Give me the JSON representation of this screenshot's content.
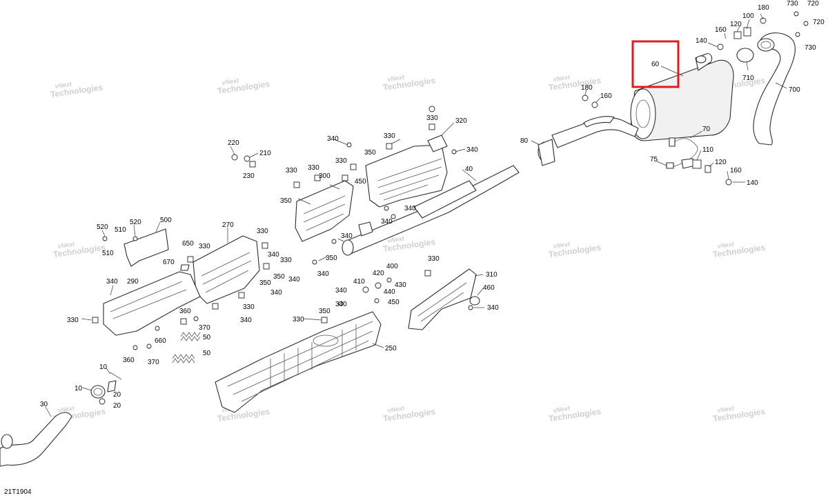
{
  "diagram": {
    "code": "21T1904",
    "highlighted_part": "60",
    "watermark": [
      "vNext",
      "Technologies"
    ],
    "callouts": [
      {
        "id": "c180a",
        "text": "180"
      },
      {
        "id": "c730a",
        "text": "730"
      },
      {
        "id": "c720a",
        "text": "720"
      },
      {
        "id": "c720b",
        "text": "720"
      },
      {
        "id": "c730b",
        "text": "730"
      },
      {
        "id": "c100",
        "text": "100"
      },
      {
        "id": "c160a",
        "text": "160"
      },
      {
        "id": "c120a",
        "text": "120"
      },
      {
        "id": "c140a",
        "text": "140"
      },
      {
        "id": "c60",
        "text": "60"
      },
      {
        "id": "c710",
        "text": "710"
      },
      {
        "id": "c700",
        "text": "700"
      },
      {
        "id": "c180b",
        "text": "180"
      },
      {
        "id": "c160b",
        "text": "160"
      },
      {
        "id": "c80",
        "text": "80"
      },
      {
        "id": "c70",
        "text": "70"
      },
      {
        "id": "c110",
        "text": "110"
      },
      {
        "id": "c120b",
        "text": "120"
      },
      {
        "id": "c160c",
        "text": "160"
      },
      {
        "id": "c140b",
        "text": "140"
      },
      {
        "id": "c75",
        "text": "75"
      },
      {
        "id": "c40",
        "text": "40"
      },
      {
        "id": "c320",
        "text": "320"
      },
      {
        "id": "c330a",
        "text": "330"
      },
      {
        "id": "c340a",
        "text": "340"
      },
      {
        "id": "c340b",
        "text": "340"
      },
      {
        "id": "c330b",
        "text": "330"
      },
      {
        "id": "c350a",
        "text": "350"
      },
      {
        "id": "c330c",
        "text": "330"
      },
      {
        "id": "c330d",
        "text": "330"
      },
      {
        "id": "c330e",
        "text": "330"
      },
      {
        "id": "c300",
        "text": "300"
      },
      {
        "id": "c450a",
        "text": "450"
      },
      {
        "id": "c350b",
        "text": "350"
      },
      {
        "id": "c340c",
        "text": "340"
      },
      {
        "id": "c340d",
        "text": "340"
      },
      {
        "id": "c220",
        "text": "220"
      },
      {
        "id": "c210",
        "text": "210"
      },
      {
        "id": "c230",
        "text": "230"
      },
      {
        "id": "c500",
        "text": "500"
      },
      {
        "id": "c520a",
        "text": "520"
      },
      {
        "id": "c520b",
        "text": "520"
      },
      {
        "id": "c510a",
        "text": "510"
      },
      {
        "id": "c510b",
        "text": "510"
      },
      {
        "id": "c270",
        "text": "270"
      },
      {
        "id": "c330f",
        "text": "330"
      },
      {
        "id": "c650",
        "text": "650"
      },
      {
        "id": "c330g",
        "text": "330"
      },
      {
        "id": "c670",
        "text": "670"
      },
      {
        "id": "c340e",
        "text": "340"
      },
      {
        "id": "c330h",
        "text": "330"
      },
      {
        "id": "c350c",
        "text": "350"
      },
      {
        "id": "c340f",
        "text": "340"
      },
      {
        "id": "c340g",
        "text": "340"
      },
      {
        "id": "c350d",
        "text": "350"
      },
      {
        "id": "c340h",
        "text": "340"
      },
      {
        "id": "c330i",
        "text": "330"
      },
      {
        "id": "c340i",
        "text": "340"
      },
      {
        "id": "c290",
        "text": "290"
      },
      {
        "id": "c340j",
        "text": "340"
      },
      {
        "id": "c330j",
        "text": "330"
      },
      {
        "id": "c370a",
        "text": "370"
      },
      {
        "id": "c360a",
        "text": "360"
      },
      {
        "id": "c50a",
        "text": "50"
      },
      {
        "id": "c660",
        "text": "660"
      },
      {
        "id": "c50b",
        "text": "50"
      },
      {
        "id": "c360b",
        "text": "360"
      },
      {
        "id": "c370b",
        "text": "370"
      },
      {
        "id": "c340k",
        "text": "340"
      },
      {
        "id": "c350e",
        "text": "350"
      },
      {
        "id": "c340l",
        "text": "340"
      },
      {
        "id": "c400",
        "text": "400"
      },
      {
        "id": "c420",
        "text": "420"
      },
      {
        "id": "c410",
        "text": "410"
      },
      {
        "id": "c430",
        "text": "430"
      },
      {
        "id": "c440",
        "text": "440"
      },
      {
        "id": "c450b",
        "text": "450"
      },
      {
        "id": "c330k",
        "text": "330"
      },
      {
        "id": "c310",
        "text": "310"
      },
      {
        "id": "c460",
        "text": "460"
      },
      {
        "id": "c340m",
        "text": "340"
      },
      {
        "id": "c340n",
        "text": "340"
      },
      {
        "id": "c330l",
        "text": "330"
      },
      {
        "id": "c350f",
        "text": "350"
      },
      {
        "id": "c250",
        "text": "250"
      },
      {
        "id": "c10a",
        "text": "10"
      },
      {
        "id": "c10b",
        "text": "10"
      },
      {
        "id": "c20a",
        "text": "20"
      },
      {
        "id": "c20b",
        "text": "20"
      },
      {
        "id": "c30",
        "text": "30"
      }
    ]
  }
}
